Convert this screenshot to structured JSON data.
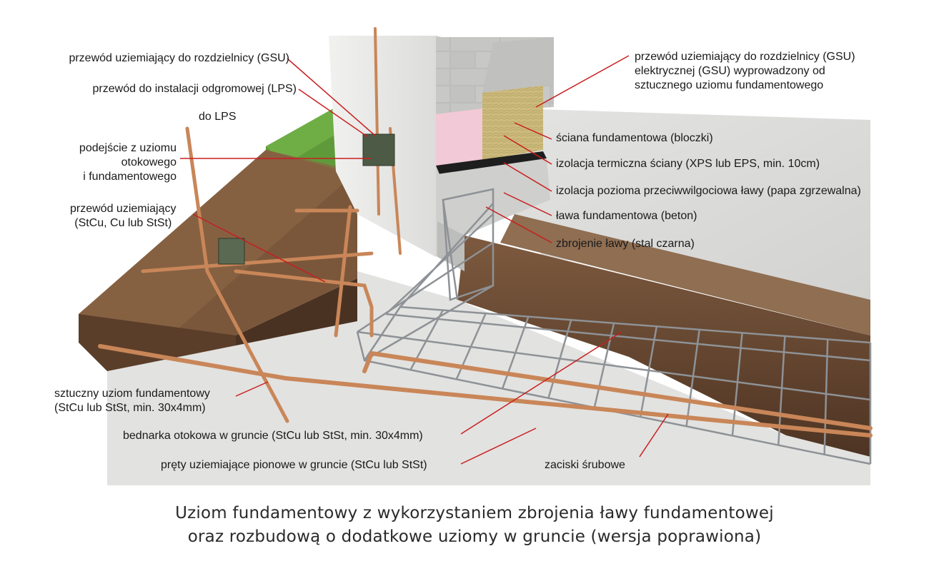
{
  "labels": {
    "gsu_left": "przewód uziemiający do rozdzielnicy (GSU)",
    "lps": "przewód do instalacji odgromowej (LPS)",
    "do_lps": "do LPS",
    "approach": "podejście z uziomu\notokowego\ni fundamentowego",
    "ground_wire": "przewód uziemiający\n(StCu, Cu lub StSt)",
    "foundation_electrode": "sztuczny uziom fundamentowy\n(StCu lub StSt, min. 30x4mm)",
    "ring_strip": "bednarka otokowa w gruncie (StCu lub StSt, min. 30x4mm)",
    "vertical_rods": "pręty uziemiające pionowe w gruncie (StCu lub StSt)",
    "gsu_right": "przewód uziemiający do rozdzielnicy (GSU)\nelektrycznej (GSU) wyprowadzony od\nsztucznego uziomu fundamentowego",
    "wall": "ściana fundamentowa (bloczki)",
    "thermal": "izolacja termiczna ściany (XPS lub EPS, min. 10cm)",
    "damp": "izolacja pozioma przeciwwilgociowa ławy (papa zgrzewalna)",
    "footing": "ława fundamentowa (beton)",
    "rebar": "zbrojenie ławy (stal czarna)",
    "clamps": "zaciski śrubowe"
  },
  "caption": {
    "line1": "Uziom fundamentowy z wykorzystaniem zbrojenia ławy fundamentowej",
    "line2": "oraz rozbudową o dodatkowe uziomy w gruncie (wersja poprawiona)"
  },
  "colors": {
    "leader": "#c81e1e",
    "copper": "#c98658",
    "soil": "#6b4a33",
    "concrete": "#d8d8d6",
    "insulation_pink": "#f2c9d6",
    "mineral_wool": "#c9b77a",
    "grass": "#5f9a3a",
    "rebar": "#8e9296"
  }
}
